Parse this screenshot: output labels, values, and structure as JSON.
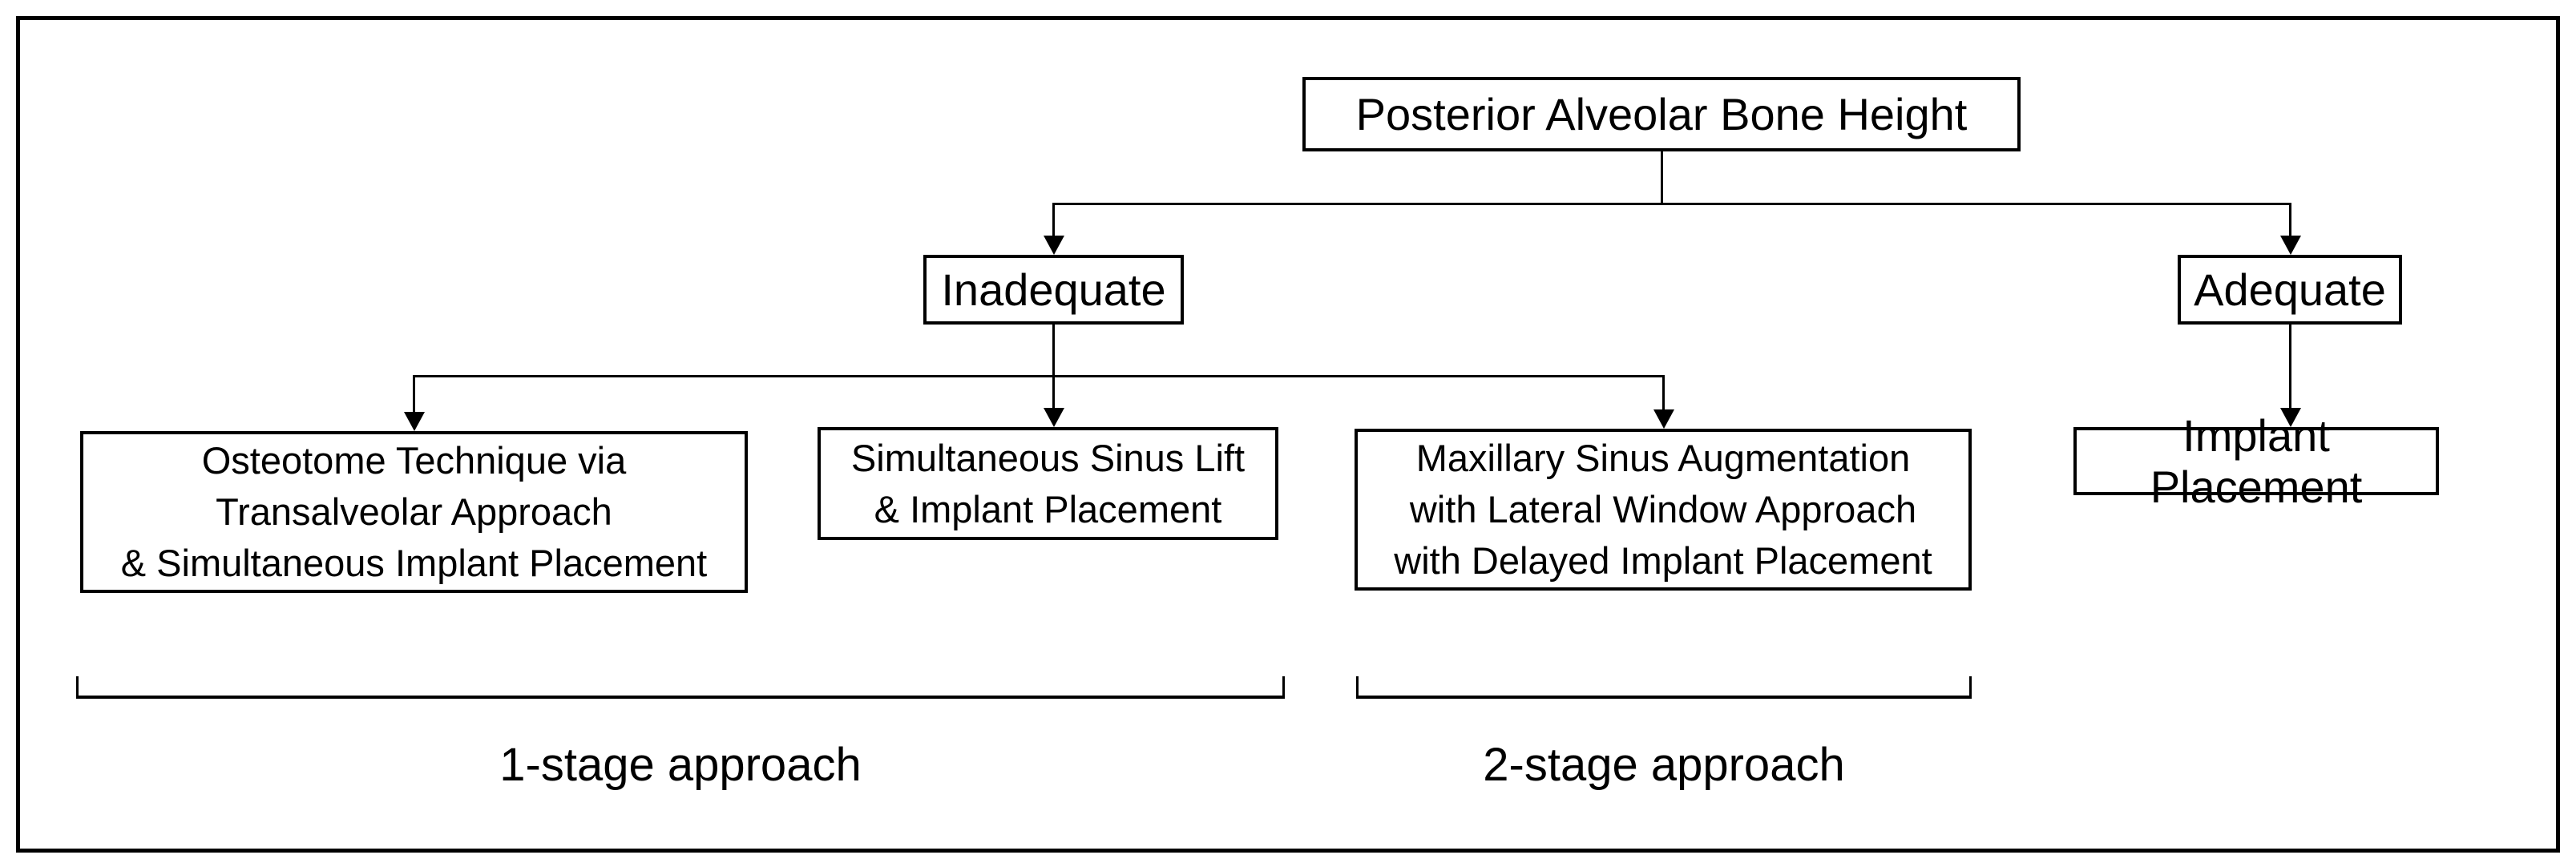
{
  "colors": {
    "ink": "#000000",
    "background": "#ffffff"
  },
  "flowchart": {
    "nodes": {
      "root": {
        "label": "Posterior Alveolar Bone Height"
      },
      "inadequate": {
        "label": "Inadequate"
      },
      "adequate": {
        "label": "Adequate"
      },
      "osteotome": {
        "label": "Osteotome Technique via\nTransalveolar Approach\n& Simultaneous Implant Placement"
      },
      "sinus_lift": {
        "label": "Simultaneous Sinus Lift\n& Implant Placement"
      },
      "maxillary": {
        "label": "Maxillary Sinus Augmentation\nwith Lateral Window Approach\nwith Delayed Implant Placement"
      },
      "implant": {
        "label": "Implant Placement"
      }
    },
    "edges": [
      {
        "from": "root",
        "to": "inadequate"
      },
      {
        "from": "root",
        "to": "adequate"
      },
      {
        "from": "inadequate",
        "to": "osteotome"
      },
      {
        "from": "inadequate",
        "to": "sinus_lift"
      },
      {
        "from": "inadequate",
        "to": "maxillary"
      },
      {
        "from": "adequate",
        "to": "implant"
      }
    ],
    "groups": [
      {
        "label": "1-stage approach",
        "members": [
          "osteotome",
          "sinus_lift"
        ]
      },
      {
        "label": "2-stage approach",
        "members": [
          "maxillary"
        ]
      }
    ]
  }
}
